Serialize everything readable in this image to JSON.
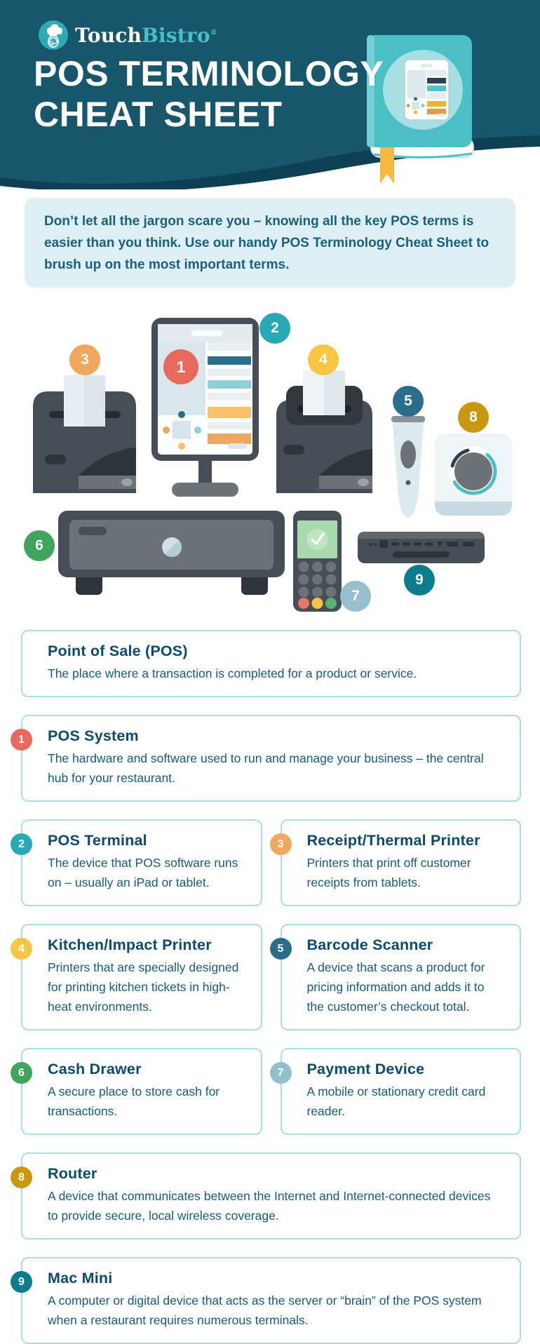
{
  "brand": {
    "name_part1": "Touch",
    "name_part2": "Bistro",
    "trademark": "®",
    "logo_icon": "chef-hat-spiral-icon",
    "logo_circle_color": "#2FA9B6"
  },
  "header": {
    "title_line1": "POS TERMINOLOGY",
    "title_line2": "CHEAT SHEET",
    "bg_color": "#17566B",
    "wave_dark_color": "#0D4054",
    "book_cover_color": "#4BBFC6",
    "bookmark_color": "#F6B93D"
  },
  "intro": {
    "text": "Don’t let all the jargon scare you – knowing all the key POS terms is easier than you think. Use our handy POS Terminology Cheat Sheet to brush up on the most important terms.",
    "bg_color": "#DEEFF4",
    "text_color": "#19607E"
  },
  "illustration": {
    "badges": [
      {
        "number": "1",
        "color": "#E8695E",
        "device": "pos-system-screen"
      },
      {
        "number": "2",
        "color": "#29A9B7",
        "device": "pos-terminal-tablet"
      },
      {
        "number": "3",
        "color": "#F0A85F",
        "device": "receipt-thermal-printer"
      },
      {
        "number": "4",
        "color": "#F7C644",
        "device": "kitchen-impact-printer"
      },
      {
        "number": "5",
        "color": "#2B6D8C",
        "device": "barcode-scanner"
      },
      {
        "number": "6",
        "color": "#3FA55D",
        "device": "cash-drawer"
      },
      {
        "number": "7",
        "color": "#96BFCD",
        "device": "payment-device"
      },
      {
        "number": "8",
        "color": "#C9980E",
        "device": "router"
      },
      {
        "number": "9",
        "color": "#0D7C8C",
        "device": "mac-mini"
      }
    ]
  },
  "terms": [
    {
      "number": "",
      "title": "Point of Sale (POS)",
      "description": "The place where a transaction is completed for a product or service.",
      "badge_color": ""
    },
    {
      "number": "1",
      "title": "POS System",
      "description": "The hardware and software used to run and manage your business – the central hub for your restaurant.",
      "badge_color": "#E8695E"
    },
    {
      "number": "2",
      "title": "POS Terminal",
      "description": "The device that POS software runs on – usually an iPad or tablet.",
      "badge_color": "#29A9B7"
    },
    {
      "number": "3",
      "title": "Receipt/Thermal Printer",
      "description": "Printers that print off customer receipts from tablets.",
      "badge_color": "#F0A85F"
    },
    {
      "number": "4",
      "title": "Kitchen/Impact Printer",
      "description": "Printers that are specially designed for printing kitchen tickets in high-heat environments.",
      "badge_color": "#F7C644"
    },
    {
      "number": "5",
      "title": "Barcode Scanner",
      "description": "A device that scans a product for pricing information and adds it to the customer’s checkout total.",
      "badge_color": "#2B6D8C"
    },
    {
      "number": "6",
      "title": "Cash Drawer",
      "description": "A secure place to store cash for transactions.",
      "badge_color": "#3FA55D"
    },
    {
      "number": "7",
      "title": "Payment Device",
      "description": "A mobile or stationary credit card reader.",
      "badge_color": "#96BFCD"
    },
    {
      "number": "8",
      "title": "Router",
      "description": "A device that communicates between the Internet and Internet-connected devices to provide secure, local wireless coverage.",
      "badge_color": "#C9980E"
    },
    {
      "number": "9",
      "title": "Mac Mini",
      "description": "A computer or digital device that acts as the server or “brain” of the POS system when a restaurant requires numerous terminals.",
      "badge_color": "#0D7C8C"
    }
  ]
}
